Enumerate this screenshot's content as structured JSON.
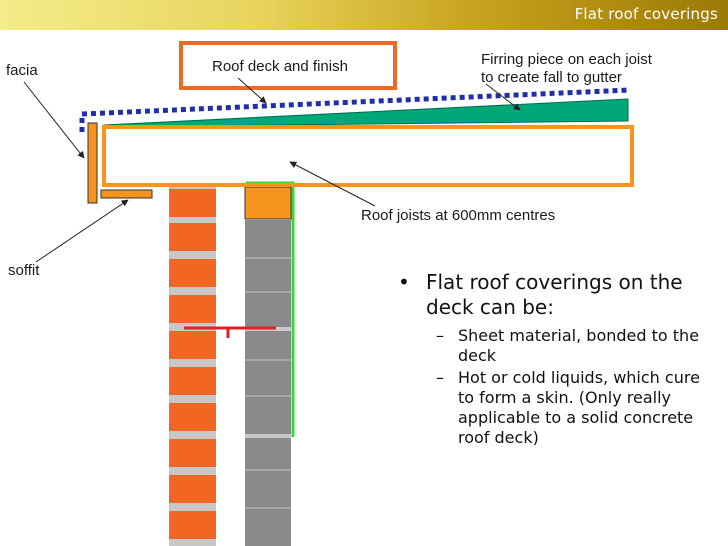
{
  "slide": {
    "title": "Flat roof coverings"
  },
  "labels": {
    "facia": "facia",
    "soffit": "soffit",
    "roof_deck": "Roof deck and finish",
    "firring_line1": "Firring piece on each joist",
    "firring_line2": "to create fall to gutter",
    "joists": "Roof joists at 600mm centres"
  },
  "bullets": {
    "main": "Flat roof coverings on the deck can be:",
    "subs": [
      "Sheet material, bonded to the deck",
      "Hot or cold liquids, which cure to form a skin. (Only really applicable to a solid concrete roof deck)"
    ]
  },
  "colors": {
    "brick": "#f26522",
    "block": "#808080",
    "joist_outline": "#f7941d",
    "firring": "#00a878",
    "deck_line": "#1f2fa8",
    "callout_box": "#ee6a24",
    "dpc_line": "#e02020",
    "cavity_line": "#33dd33"
  }
}
